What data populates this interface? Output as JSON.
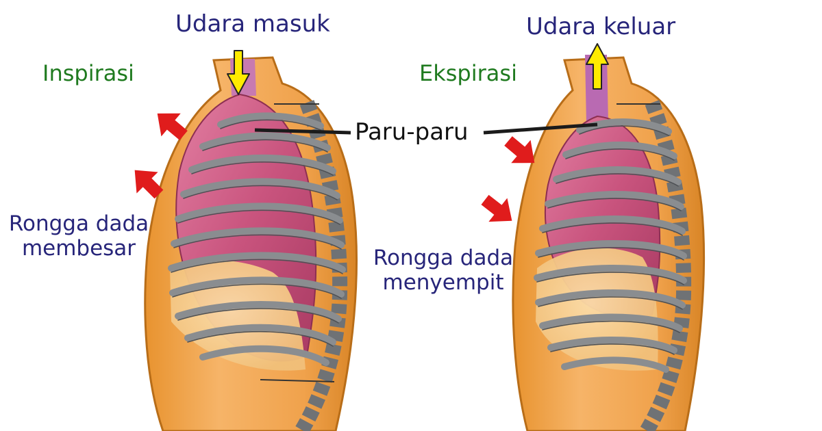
{
  "left_panel": {
    "phase_label": "Inspirasi",
    "airflow_label": "Udara masuk",
    "cavity_label_line1": "Rongga dada",
    "cavity_label_line2": "membesar"
  },
  "right_panel": {
    "phase_label": "Ekspirasi",
    "airflow_label": "Udara keluar",
    "cavity_label_line1": "Rongga dada",
    "cavity_label_line2": "menyempit"
  },
  "shared": {
    "lung_label": "Paru-paru"
  },
  "colors": {
    "label_navy": "#27257a",
    "label_green": "#1f7a1f",
    "body_orange": "#f2a44f",
    "lung_pink": "#c5537c",
    "rib_gray": "#8a8d90",
    "arrow_red": "#e01c1c",
    "arrow_yellow": "#ffeb00"
  },
  "icons": {
    "air_in": "yellow-arrow-down-icon",
    "air_out": "yellow-arrow-up-icon",
    "chest_expand": "red-arrow-outward-icon",
    "chest_contract": "red-arrow-inward-icon"
  }
}
